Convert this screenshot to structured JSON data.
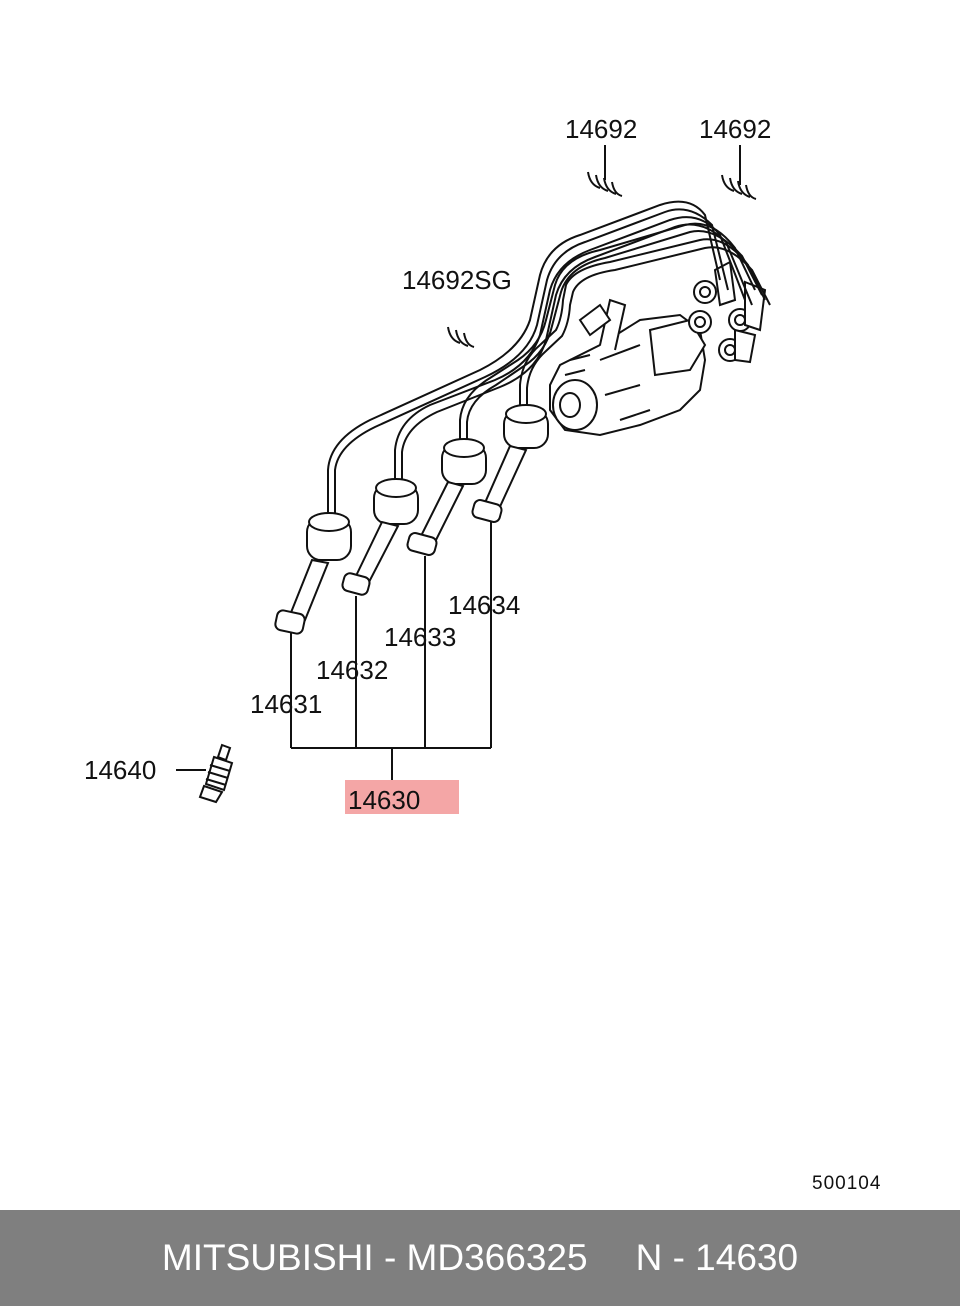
{
  "labels": {
    "clip_a": "14692",
    "clip_b": "14692",
    "clip_sg": "14692SG",
    "cable_4": "14634",
    "cable_3": "14633",
    "cable_2": "14632",
    "cable_1": "14631",
    "spark_plug": "14640",
    "cable_set": "14630",
    "diagram_code": "500104"
  },
  "highlight_color": "#f4a6a6",
  "footer": {
    "brand_part": "MITSUBISHI - MD366325",
    "ref": "N - 14630",
    "background": "#7f7f7f"
  }
}
